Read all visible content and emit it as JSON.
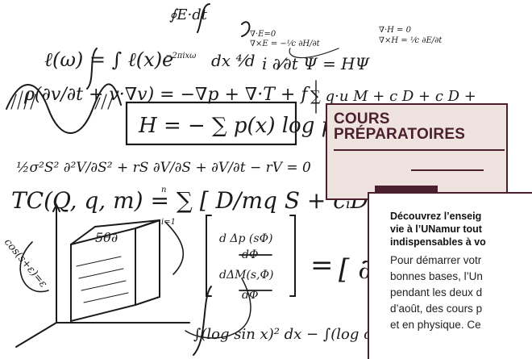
{
  "badge": {
    "title_line1": "COURS",
    "title_line2": "PRÉPARATOIRES"
  },
  "card": {
    "lead_lines": [
      "Découvrez l’enseig",
      "vie à l’UNamur tout",
      "indispensables à vo"
    ],
    "body_lines": [
      "Pour démarrer votr",
      "bonnes bases, l’Un",
      "pendant les deux d",
      "d’août, des cours p",
      "et en physique. Ce"
    ]
  },
  "colors": {
    "brand": "#4a1f2e",
    "badge_bg": "#efe3e0"
  }
}
